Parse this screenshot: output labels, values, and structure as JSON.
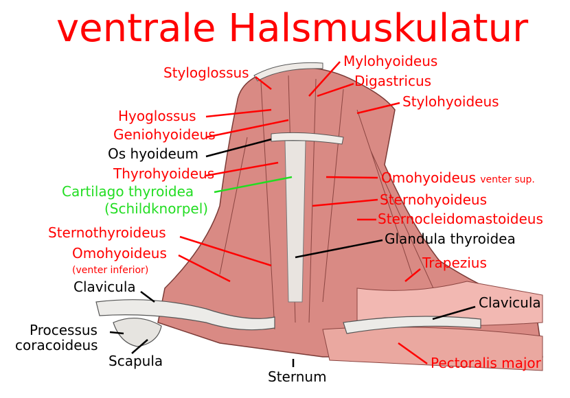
{
  "title": "ventrale Halsmuskulatur",
  "colors": {
    "red": "#ff0000",
    "black": "#000000",
    "green": "#22dd22",
    "muscle": "#d98a84"
  },
  "labels": {
    "styloglossus": "Styloglossus",
    "hyoglossus": "Hyoglossus",
    "geniohyoideus": "Geniohyoideus",
    "os_hyoideum": "Os hyoideum",
    "thyrohyoideus": "Thyrohyoideus",
    "cartilago_thyroidea": "Cartilago thyroidea",
    "schildknorpel": "(Schildknorpel)",
    "sternothyroideus": "Sternothyroideus",
    "omohyoideus_inf": "Omohyoideus",
    "venter_inferior": "(venter inferior)",
    "clavicula_left": "Clavicula",
    "processus": "Processus",
    "coracoideus": "coracoideus",
    "scapula": "Scapula",
    "sternum": "Sternum",
    "mylohyoideus": "Mylohyoideus",
    "digastricus": "Digastricus",
    "stylohyoideus": "Stylohyoideus",
    "omohyoideus_sup": "Omohyoideus",
    "venter_sup": "venter sup.",
    "sternohyoideus": "Sternohyoideus",
    "sternocleidomastoideus": "Sternocleidomastoideus",
    "glandula_thyroidea": "Glandula thyroidea",
    "trapezius": "Trapezius",
    "clavicula_right": "Clavicula",
    "pectoralis_major": "Pectoralis major"
  }
}
